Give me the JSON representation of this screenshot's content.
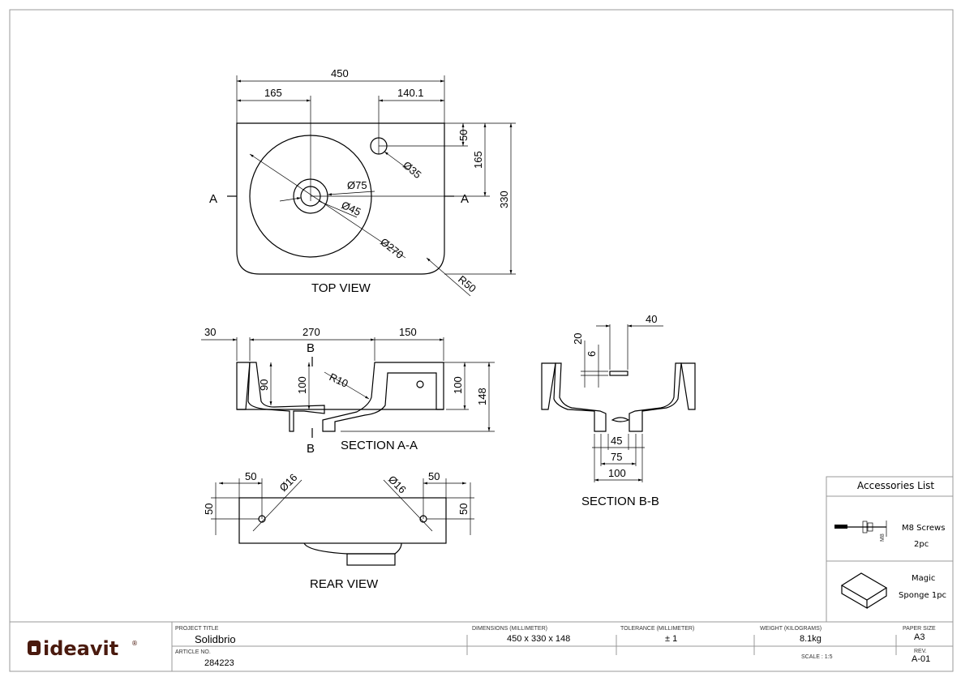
{
  "top_view": {
    "title": "TOP VIEW",
    "dims": {
      "overall_width": "450",
      "bowl_offset": "165",
      "tap_offset": "140.1",
      "tap_from_top": "50",
      "bowl_from_top": "165",
      "overall_depth": "330",
      "tap_hole": "Ø35",
      "drain_outer": "Ø75",
      "drain_inner": "Ø45",
      "bowl": "Ø270",
      "corner_radius": "R50"
    },
    "section_marker": "A"
  },
  "section_aa": {
    "title": "SECTION A-A",
    "dims": {
      "left_wall": "30",
      "bowl_width": "270",
      "shelf": "150",
      "bowl_depth_side": "90",
      "bowl_depth": "100",
      "fillet": "R10",
      "body_height": "100",
      "total_height": "148"
    },
    "section_marker": "B"
  },
  "section_bb": {
    "title": "SECTION B-B",
    "dims": {
      "overflow_width": "40",
      "overflow_from_top": "20",
      "overflow_height": "6",
      "drain_inner": "45",
      "drain_mid": "75",
      "drain_outer": "100"
    }
  },
  "rear_view": {
    "title": "REAR VIEW",
    "dims": {
      "left_hole_x": "50",
      "right_hole_x": "50",
      "left_hole_dia": "Ø16",
      "right_hole_dia": "Ø16",
      "left_hole_y": "50",
      "right_hole_y": "50"
    }
  },
  "accessories": {
    "title": "Accessories List",
    "items": [
      {
        "name": "M8 Screws",
        "qty": "2pc",
        "icon": "screw-icon",
        "icon_label": "M8"
      },
      {
        "name": "Magic",
        "qty": "Sponge 1pc",
        "icon": "sponge-icon"
      }
    ]
  },
  "title_block": {
    "logo": "ideavit",
    "project_title_label": "PROJECT TITLE",
    "project_title": "Solidbrio",
    "article_label": "ARTICLE NO.",
    "article": "284223",
    "dimensions_label": "DIMENSIONS (MILLIMETER)",
    "dimensions": "450 x 330 x 148",
    "tolerance_label": "TOLERANCE (MILLIMETER)",
    "tolerance": "± 1",
    "weight_label": "WEIGHT (KILOGRAMS)",
    "weight": "8.1kg",
    "paper_size_label": "PAPER SIZE",
    "paper_size": "A3",
    "scale": "SCALE : 1:5",
    "rev_label": "REV.",
    "rev": "A-01"
  },
  "colors": {
    "logo": "#4a1a0e",
    "frame": "#999999"
  }
}
